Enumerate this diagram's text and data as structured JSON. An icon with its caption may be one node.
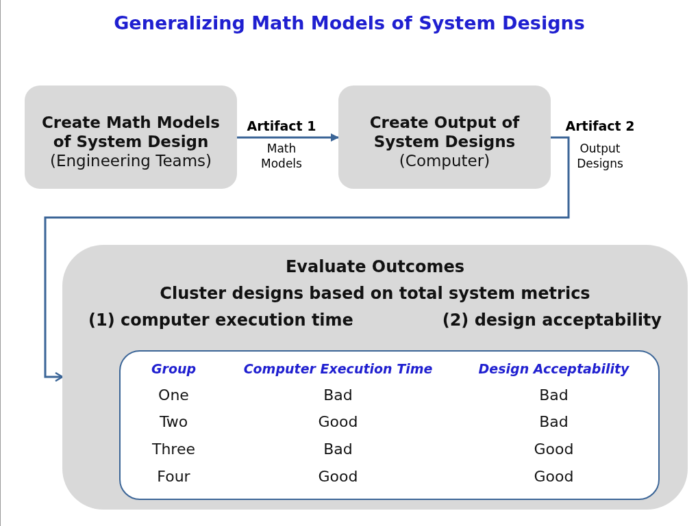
{
  "diagram": {
    "title": "Generalizing Math Models of System Designs",
    "nodes": [
      {
        "text": [
          "Create Math Models of System Design",
          "(Engineering Teams)"
        ]
      },
      {
        "text": [
          "Create Output of System Designs",
          "(Computer)"
        ]
      },
      {
        "text": [
          "Evaluate Outcomes",
          "Cluster designs based on total system metrics",
          "(1) computer execution time",
          "(2) design acceptability"
        ]
      },
      {
        "text": [],
        "shape": "box",
        "in": 2
      }
    ],
    "edges": [
      {
        "from": 0,
        "to": 1,
        "arrow": "to",
        "label": "Artifact 1"
      },
      {
        "from": 1,
        "to": 2,
        "arrow": "to",
        "label": "Artifact 2"
      }
    ],
    "labels": [
      "Math Models",
      "Output Designs",
      "Group",
      "Computer Execution Time",
      "Design Acceptability",
      "One",
      "Bad",
      "Bad",
      "Two",
      "Good",
      "Bad",
      "Three",
      "Bad",
      "Good",
      "Four",
      "Good",
      "Good"
    ]
  }
}
